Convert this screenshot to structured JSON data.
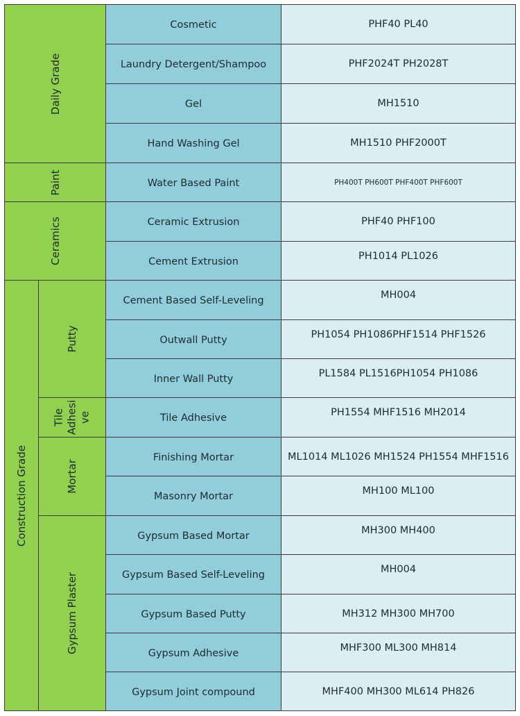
{
  "categories": {
    "daily_grade": "Daily Grade",
    "paint": "Paint",
    "ceramics": "Ceramics",
    "construction_grade": "Construction Grade",
    "putty": "Putty",
    "tile_adhesive_lines": [
      "Tile",
      "Adhesi",
      "ve"
    ],
    "mortar": "Mortar",
    "gypsum_plaster": "Gypsum Plaster"
  },
  "rows": [
    {
      "application": "Cosmetic",
      "products": "PHF40 PL40"
    },
    {
      "application": "Laundry Detergent/Shampoo",
      "products": "PHF2024T PH2028T"
    },
    {
      "application": "Gel",
      "products": "MH1510"
    },
    {
      "application": "Hand Washing Gel",
      "products": "MH1510 PHF2000T"
    },
    {
      "application": "Water Based Paint",
      "products": "PH400T PH600T PHF400T PHF600T"
    },
    {
      "application": "Ceramic Extrusion",
      "products": "PHF40 PHF100"
    },
    {
      "application": "Cement Extrusion",
      "products": "PH1014 PL1026"
    },
    {
      "application": "Cement Based Self-Leveling",
      "products": "MH004"
    },
    {
      "application": "Outwall Putty",
      "products": "PH1054 PH1086PHF1514 PHF1526"
    },
    {
      "application": "Inner Wall Putty",
      "products": "PL1584 PL1516PH1054 PH1086"
    },
    {
      "application": "Tile Adhesive",
      "products": "PH1554 MHF1516 MH2014"
    },
    {
      "application": "Finishing Mortar",
      "products": "ML1014 ML1026 MH1524 PH1554 MHF1516"
    },
    {
      "application": "Masonry Mortar",
      "products": "MH100 ML100"
    },
    {
      "application": "Gypsum Based Mortar",
      "products": "MH300 MH400"
    },
    {
      "application": "Gypsum Based Self-Leveling",
      "products": "MH004"
    },
    {
      "application": "Gypsum Based Putty",
      "products": "MH312 MH300 MH700"
    },
    {
      "application": "Gypsum Adhesive",
      "products": "MHF300 ML300 MH814"
    },
    {
      "application": "Gypsum Joint compound",
      "products": "MHF400 MH300 ML614 PH826"
    }
  ],
  "colors": {
    "grade_bg": "#92d050",
    "application_bg": "#92cddc",
    "product_bg": "#daeef3",
    "border": "#3a3a3a"
  }
}
